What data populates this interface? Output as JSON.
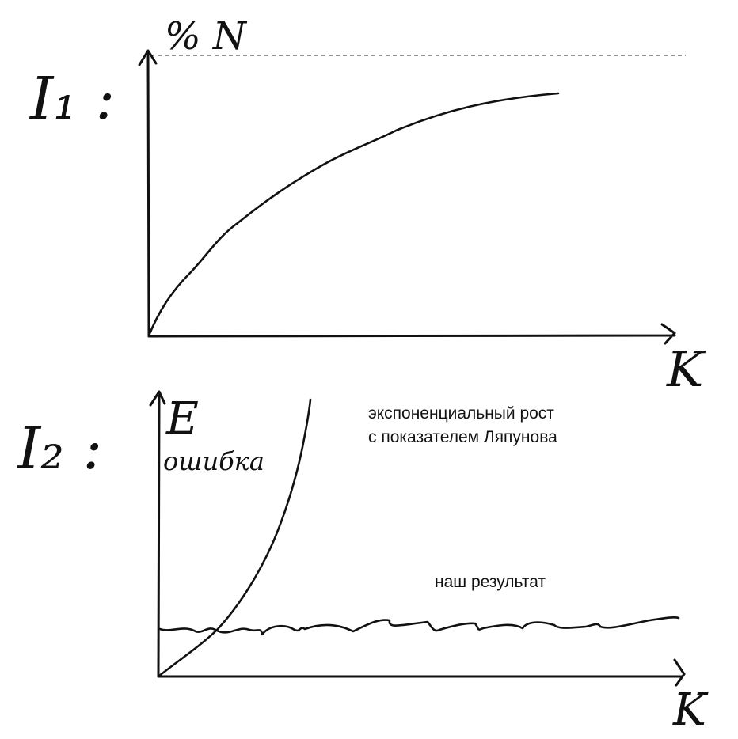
{
  "panel1": {
    "label": "I₁ :",
    "y_axis_label": "% N",
    "x_axis_label": "K"
  },
  "panel2": {
    "label": "I₂ :",
    "y_axis_label": "E",
    "y_axis_sublabel": "ошибка",
    "x_axis_label": "K",
    "annotation_exp_line1": "экспоненциальный рост",
    "annotation_exp_line2": "с показателем Ляпунова",
    "annotation_ours": "наш результат"
  }
}
